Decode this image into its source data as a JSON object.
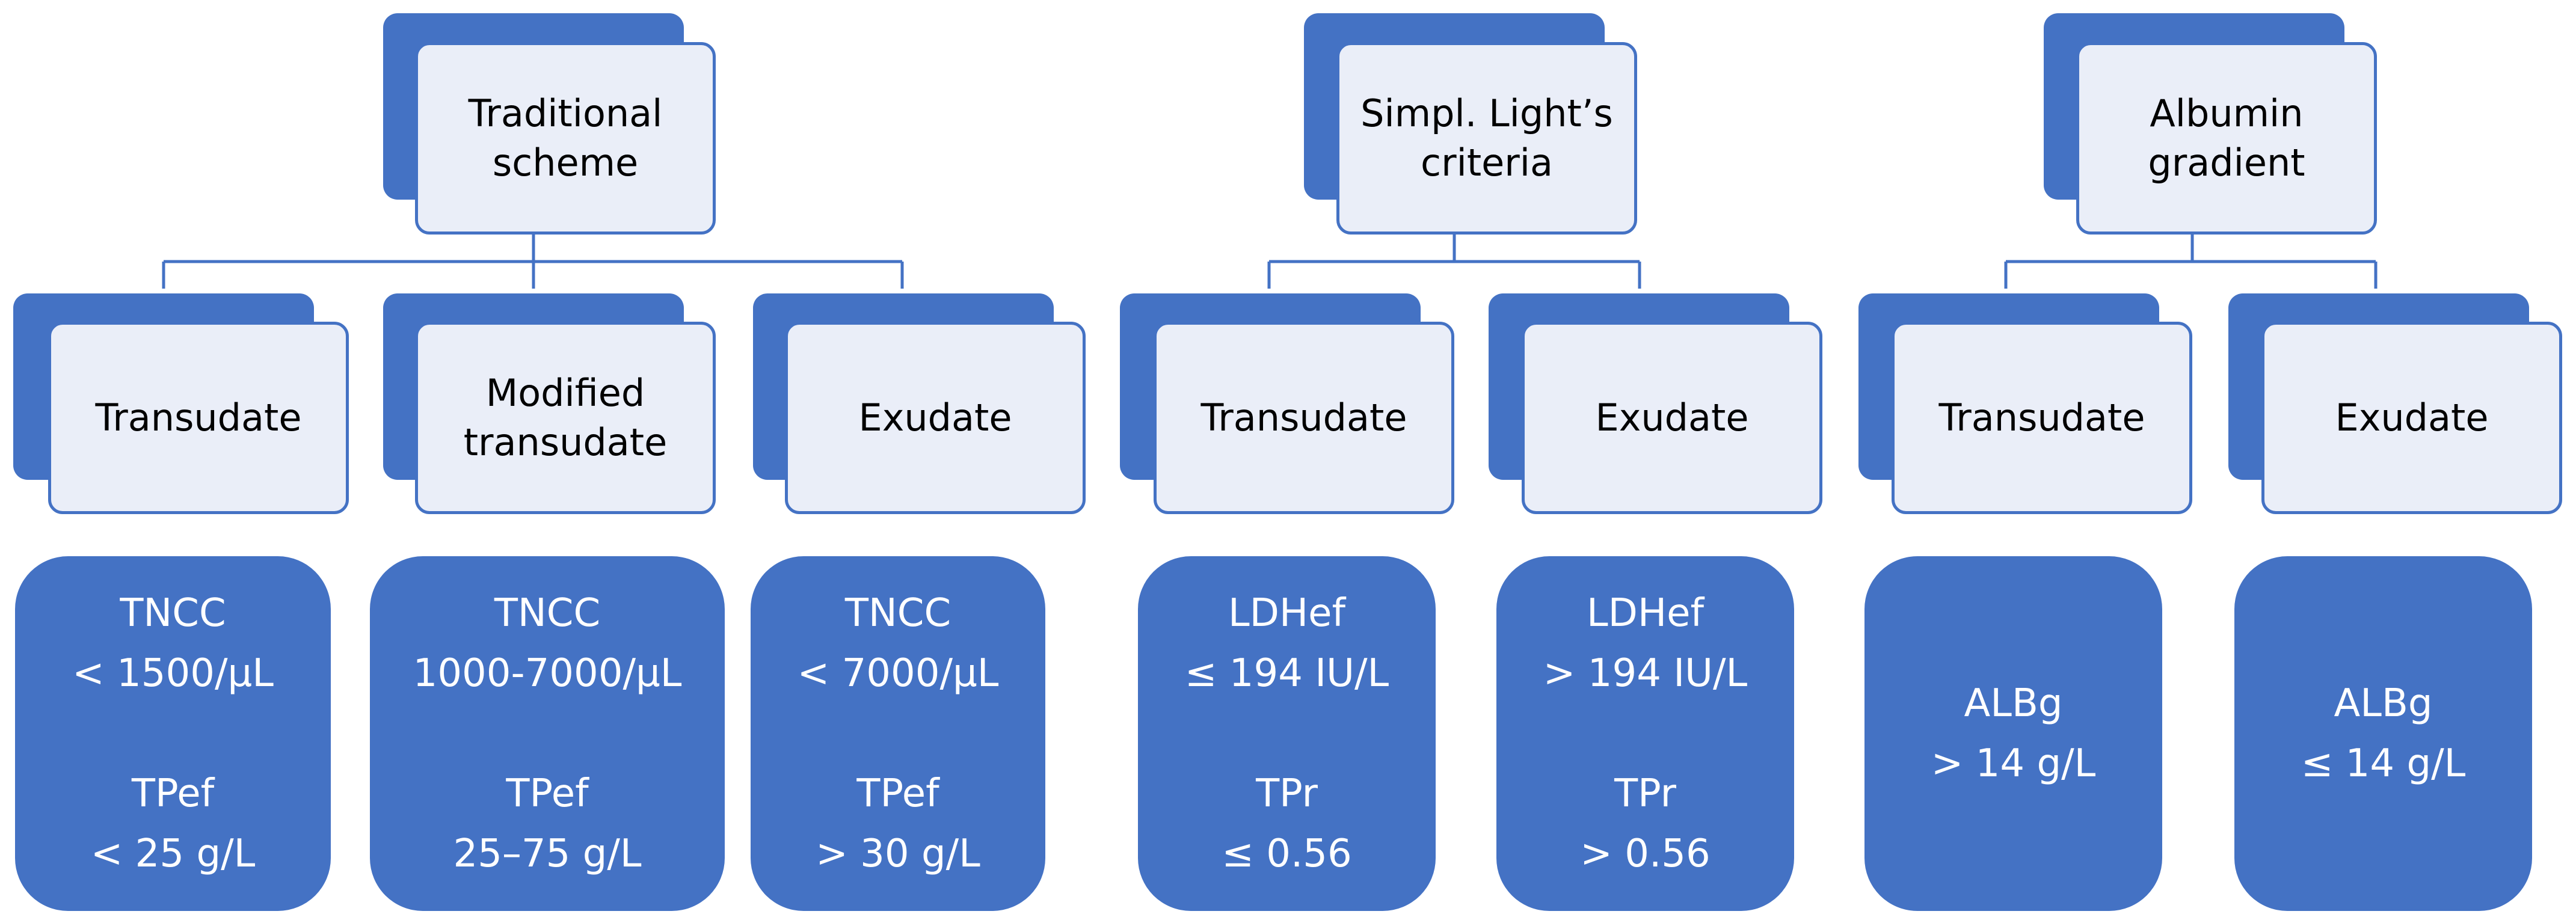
{
  "colors": {
    "accent": "#4472c4",
    "node_fill": "#eaeef8",
    "text_dark": "#000000",
    "text_light": "#ffffff"
  },
  "schemes": [
    {
      "title": "Traditional\nscheme",
      "categories": [
        {
          "label": "Transudate",
          "criteria": [
            [
              "TNCC",
              "< 1500/μL"
            ],
            [
              "TPef",
              "< 25 g/L"
            ]
          ]
        },
        {
          "label": "Modified\ntransudate",
          "criteria": [
            [
              "TNCC",
              "1000-7000/μL"
            ],
            [
              "TPef",
              "25–75 g/L"
            ]
          ]
        },
        {
          "label": "Exudate",
          "criteria": [
            [
              "TNCC",
              "< 7000/μL"
            ],
            [
              "TPef",
              "> 30 g/L"
            ]
          ]
        }
      ]
    },
    {
      "title": "Simpl. Light’s\ncriteria",
      "categories": [
        {
          "label": "Transudate",
          "criteria": [
            [
              "LDHef",
              "≤ 194 IU/L"
            ],
            [
              "TPr",
              "≤ 0.56"
            ]
          ]
        },
        {
          "label": "Exudate",
          "criteria": [
            [
              "LDHef",
              "> 194 IU/L"
            ],
            [
              "TPr",
              "> 0.56"
            ]
          ]
        }
      ]
    },
    {
      "title": "Albumin\ngradient",
      "categories": [
        {
          "label": "Transudate",
          "criteria": [
            [
              "ALBg",
              "> 14 g/L"
            ]
          ]
        },
        {
          "label": "Exudate",
          "criteria": [
            [
              "ALBg",
              "≤ 14 g/L"
            ]
          ]
        }
      ]
    }
  ]
}
